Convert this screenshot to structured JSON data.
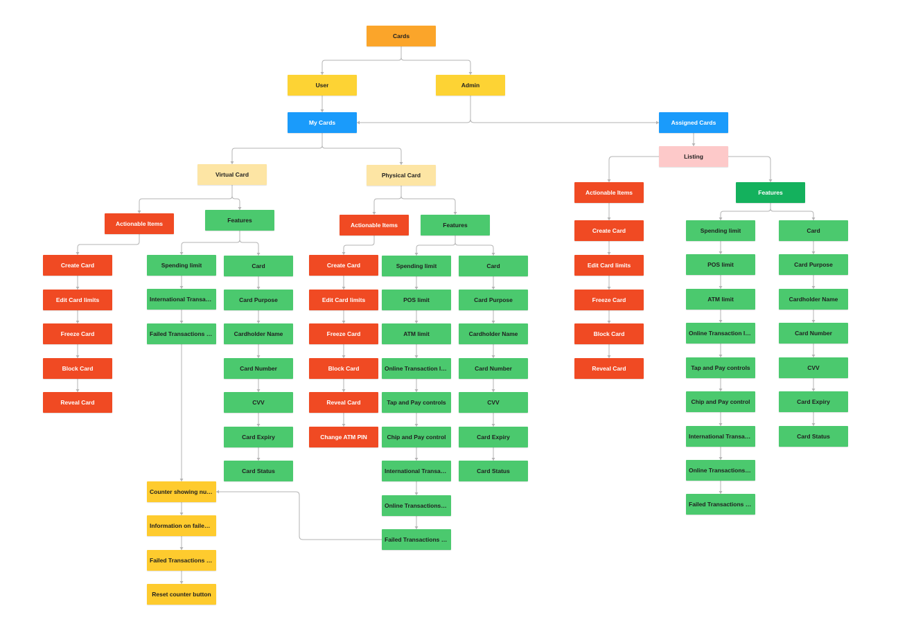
{
  "colors": {
    "orange": "#fba52a",
    "yellow": "#fdd334",
    "blue": "#1a9bfb",
    "cream": "#fde5a4",
    "red": "#f04a23",
    "green": "#4bc96e",
    "dark_green": "#14b15d",
    "pink": "#fdc9c9",
    "gold": "#fecb2e",
    "connector": "#b3b3b3"
  },
  "nodes": {
    "cards": "Cards",
    "user": "User",
    "admin": "Admin",
    "my_cards": "My Cards",
    "assigned_cards": "Assigned Cards",
    "listing": "Listing",
    "virtual_card": "Virtual Card",
    "physical_card": "Physical Card",
    "vc_actionable": "Actionable Items",
    "vc_features": "Features",
    "vc_act_create": "Create Card",
    "vc_act_edit": "Edit Card limits",
    "vc_act_freeze": "Freeze Card",
    "vc_act_block": "Block Card",
    "vc_act_reveal": "Reveal Card",
    "vc_feat_spending": "Spending limit",
    "vc_feat_intl": "International Transacti...",
    "vc_feat_failed": "Failed Transactions Co...",
    "vc_card": "Card",
    "vc_card_purpose": "Card Purpose",
    "vc_card_holder": "Cardholder Name",
    "vc_card_number": "Card Number",
    "vc_card_cvv": "CVV",
    "vc_card_expiry": "Card Expiry",
    "vc_card_status": "Card Status",
    "y_counter": "Counter showing num...",
    "y_info": "Information on failed TX",
    "y_history": "Failed Transactions hi...",
    "y_reset": "Reset counter button",
    "pc_actionable": "Actionable Items",
    "pc_features": "Features",
    "pc_act_create": "Create Card",
    "pc_act_edit": "Edit Card limits",
    "pc_act_freeze": "Freeze Card",
    "pc_act_block": "Block Card",
    "pc_act_reveal": "Reveal Card",
    "pc_act_pin": "Change ATM PIN",
    "pc_feat_spending": "Spending limit",
    "pc_feat_pos": "POS limit",
    "pc_feat_atm": "ATM limit",
    "pc_feat_online": "Online Transaction limit",
    "pc_feat_tap": "Tap and Pay controls",
    "pc_feat_chip": "Chip and Pay control",
    "pc_feat_intl": "International Transacti...",
    "pc_feat_online_c": "Online Transactions c...",
    "pc_feat_failed": "Failed Transactions Co...",
    "pc_card": "Card",
    "pc_card_purpose": "Card Purpose",
    "pc_card_holder": "Cardholder Name",
    "pc_card_number": "Card Number",
    "pc_card_cvv": "CVV",
    "pc_card_expiry": "Card Expiry",
    "pc_card_status": "Card Status",
    "ac_actionable": "Actionable Items",
    "ac_features": "Features",
    "ac_act_create": "Create Card",
    "ac_act_edit": "Edit Card limits",
    "ac_act_freeze": "Freeze Card",
    "ac_act_block": "Block Card",
    "ac_act_reveal": "Reveal Card",
    "ac_feat_spending": "Spending limit",
    "ac_feat_pos": "POS limit",
    "ac_feat_atm": "ATM limit",
    "ac_feat_online": "Online Transaction limit",
    "ac_feat_tap": "Tap and Pay controls",
    "ac_feat_chip": "Chip and Pay control",
    "ac_feat_intl": "International Transacti...",
    "ac_feat_online_c": "Online Transactions c...",
    "ac_feat_failed": "Failed Transactions Co...",
    "ac_card": "Card",
    "ac_card_purpose": "Card Purpose",
    "ac_card_holder": "Cardholder Name",
    "ac_card_number": "Card Number",
    "ac_card_cvv": "CVV",
    "ac_card_expiry": "Card Expiry",
    "ac_card_status": "Card Status"
  }
}
